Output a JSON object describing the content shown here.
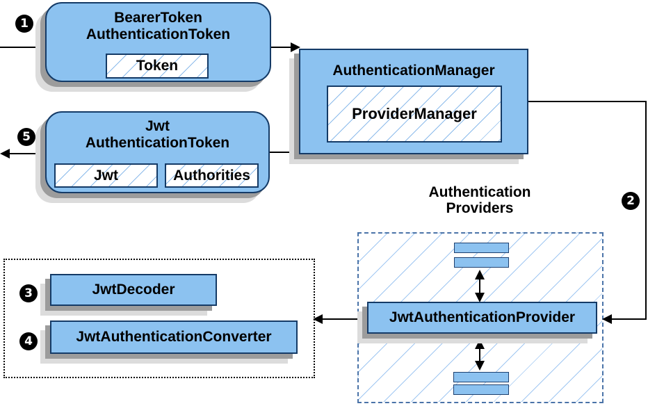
{
  "nodes": {
    "bearer_token": {
      "title_line1": "BearerToken",
      "title_line2": "AuthenticationToken",
      "field": "Token"
    },
    "authentication_manager": {
      "title": "AuthenticationManager",
      "implementation": "ProviderManager"
    },
    "jwt_authentication_token": {
      "title_line1": "Jwt",
      "title_line2": "AuthenticationToken",
      "field1": "Jwt",
      "field2": "Authorities"
    },
    "authentication_providers": {
      "caption_line1": "Authentication",
      "caption_line2": "Providers"
    },
    "jwt_authentication_provider": {
      "label": "JwtAuthenticationProvider"
    },
    "jwt_decoder": {
      "label": "JwtDecoder"
    },
    "jwt_authentication_converter": {
      "label": "JwtAuthenticationConverter"
    }
  },
  "steps": {
    "step1": "1",
    "step2": "2",
    "step3": "3",
    "step4": "4",
    "step5": "5"
  },
  "colors": {
    "node_fill": "#8CC2F0",
    "node_border": "#143A66",
    "hatch_line": "#7FB3E8",
    "providers_dashed_border": "#4A73A8",
    "dotted_border": "#000000",
    "shadow_dark": "#9C9C9C",
    "shadow_light": "#DCDCDC",
    "connector": "#000000",
    "marker_bg": "#000000",
    "marker_text": "#FFFFFF"
  }
}
